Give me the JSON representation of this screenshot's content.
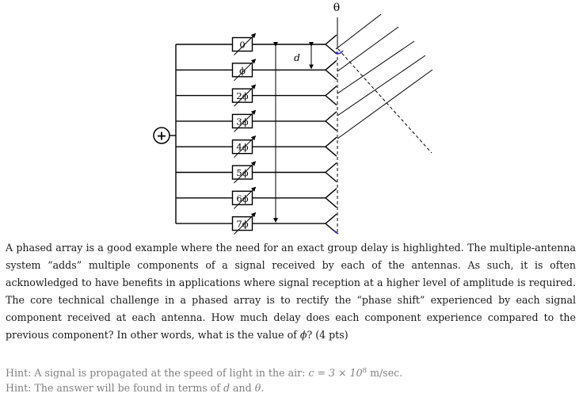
{
  "diagram": {
    "angle_label": "θ",
    "spacing_label": "d",
    "summer_symbol": "+",
    "phase_labels": [
      "0",
      "ϕ",
      "2ϕ",
      "3ϕ",
      "4ϕ",
      "5ϕ",
      "6ϕ",
      "7ϕ"
    ],
    "colors": {
      "line": "#000000",
      "angle_accent": "#2b2bd6",
      "dashed": "#000000"
    }
  },
  "question": {
    "text": "A phased array is a good example where the need for an exact group delay is highlighted. The multiple-antenna system “adds” multiple components of a signal received by each of the antennas. As such, it is often acknowledged to have benefits in applications where signal reception at a higher level of amplitude is required. The core technical challenge in a phased array is to rectify the “phase shift” experienced by each signal component received at each antenna. How much delay does each component experience compared to the previous component? In other words, what is the value of ",
    "phi": "ϕ",
    "tail": "? (4 pts)"
  },
  "hints": {
    "hint1_prefix": "Hint: A signal is propagated at the speed of light in the air: ",
    "hint1_math": "c = 3 × 10",
    "hint1_exp": "8",
    "hint1_unit": " m/sec.",
    "hint2_prefix": "Hint: The answer will be found in terms of ",
    "hint2_d": "d",
    "hint2_and": " and ",
    "hint2_theta": "θ",
    "hint2_end": "."
  }
}
